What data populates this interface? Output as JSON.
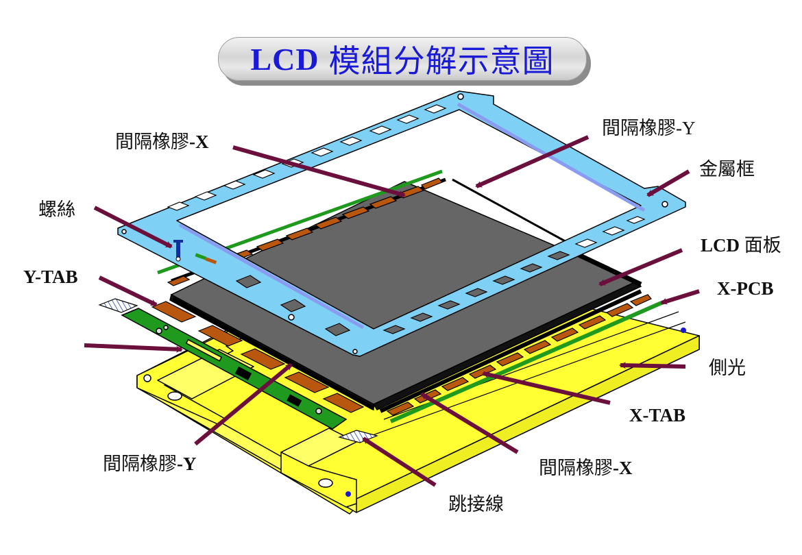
{
  "title": {
    "prefix": "LCD",
    "main": "模組分解示意圖"
  },
  "colors": {
    "title_text": "#1a1ad6",
    "metal_frame": "#7fd0f5",
    "frame_groove": "#8a9cf0",
    "lcd_panel": "#666666",
    "backlight": "#ffff33",
    "pcb": "#1f9a1f",
    "tab": "#b8570d",
    "tab_stripe": "#f0a040",
    "arrow": "#6b0f3c",
    "screw": "#1030a0"
  },
  "labels": {
    "spacer_x_top": {
      "cjk": "間隔橡膠",
      "suffix": "-X"
    },
    "spacer_y_top": {
      "cjk": "間隔橡膠",
      "suffix": "-Y"
    },
    "metal_frame": {
      "text": "金屬框"
    },
    "screw": {
      "text": "螺絲"
    },
    "lcd_panel": {
      "prefix": "LCD",
      "cjk": "面板"
    },
    "y_tab": {
      "text": "Y-TAB"
    },
    "x_pcb": {
      "text": "X-PCB"
    },
    "backlight": {
      "text": "側光"
    },
    "x_tab": {
      "text": "X-TAB"
    },
    "spacer_y_bottom": {
      "cjk": "間隔橡膠",
      "suffix": "-Y"
    },
    "spacer_x_bottom": {
      "cjk": "間隔橡膠",
      "suffix": "-X"
    },
    "jumper": {
      "text": "跳接線"
    }
  }
}
